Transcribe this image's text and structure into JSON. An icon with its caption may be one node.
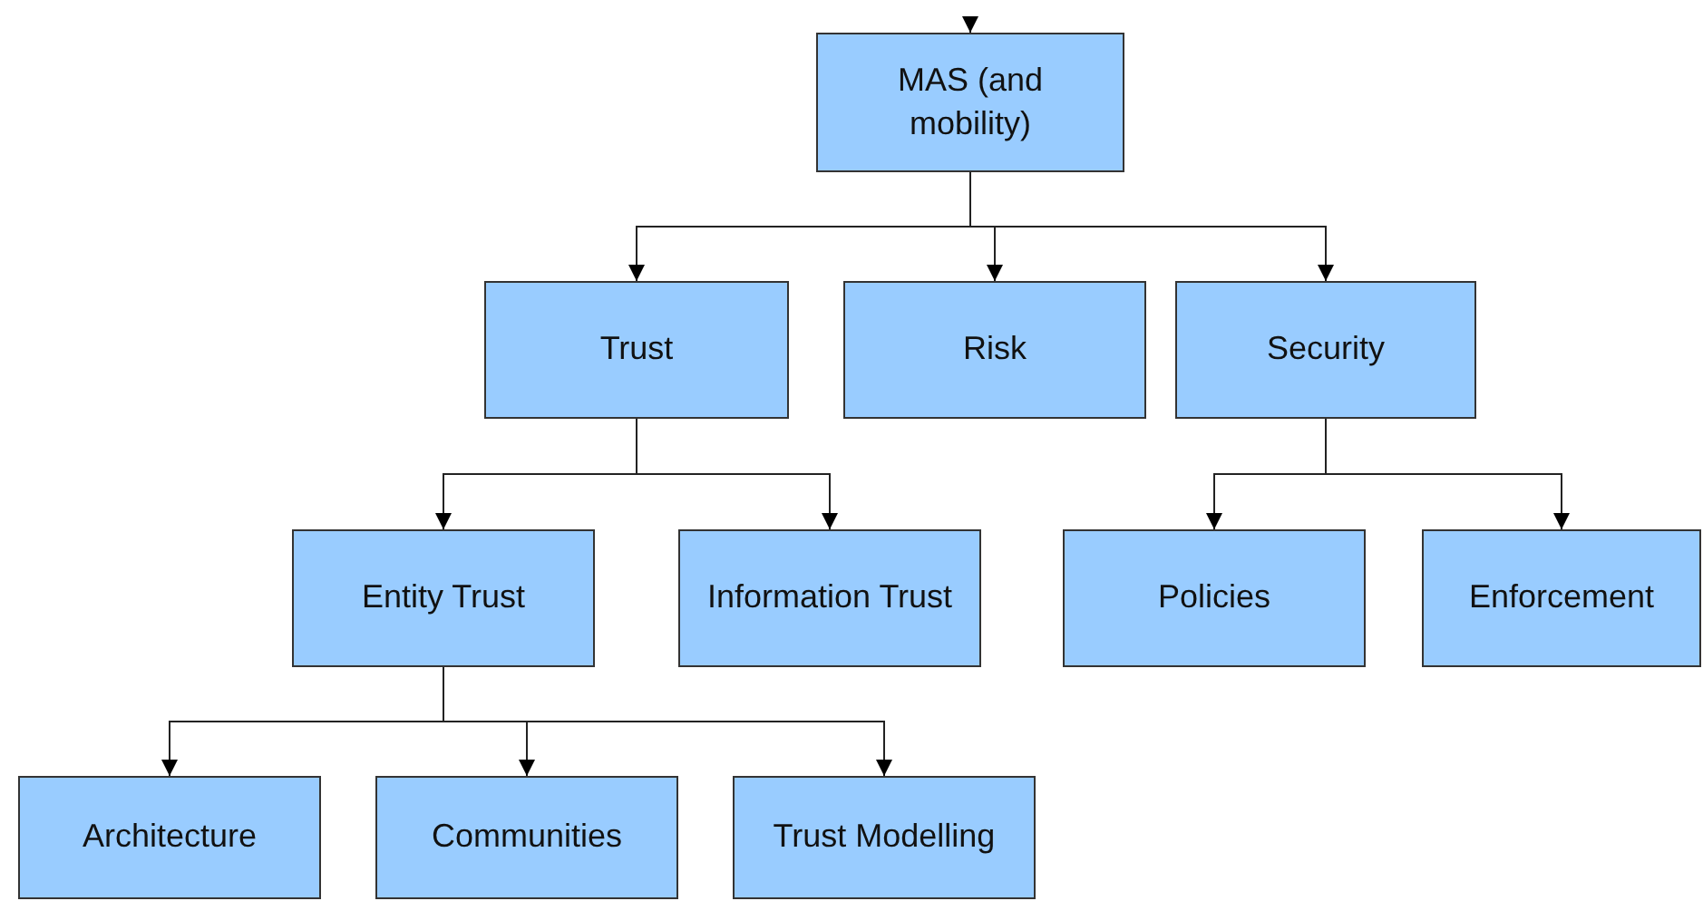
{
  "diagram": {
    "nodes": [
      {
        "text": [
          "MAS (and mobility)"
        ]
      },
      {
        "text": [
          "Trust"
        ]
      },
      {
        "text": [
          "Risk"
        ]
      },
      {
        "text": [
          "Security"
        ]
      },
      {
        "text": [
          "Entity Trust"
        ]
      },
      {
        "text": [
          "Information Trust"
        ]
      },
      {
        "text": [
          "Policies"
        ]
      },
      {
        "text": [
          "Enforcement"
        ]
      },
      {
        "text": [
          "Architecture"
        ]
      },
      {
        "text": [
          "Communities"
        ]
      },
      {
        "text": [
          "Trust Modelling"
        ]
      }
    ],
    "edges": [
      {
        "from": null,
        "to": 0,
        "arrow": "to"
      },
      {
        "from": 0,
        "to": 1,
        "arrow": "to"
      },
      {
        "from": 0,
        "to": 2,
        "arrow": "to"
      },
      {
        "from": 0,
        "to": 3,
        "arrow": "to"
      },
      {
        "from": 1,
        "to": 4,
        "arrow": "to"
      },
      {
        "from": 1,
        "to": 5,
        "arrow": "to"
      },
      {
        "from": 3,
        "to": 6,
        "arrow": "to"
      },
      {
        "from": 3,
        "to": 7,
        "arrow": "to"
      },
      {
        "from": 4,
        "to": 8,
        "arrow": "to"
      },
      {
        "from": 4,
        "to": 9,
        "arrow": "to"
      },
      {
        "from": 4,
        "to": 10,
        "arrow": "to"
      }
    ]
  }
}
